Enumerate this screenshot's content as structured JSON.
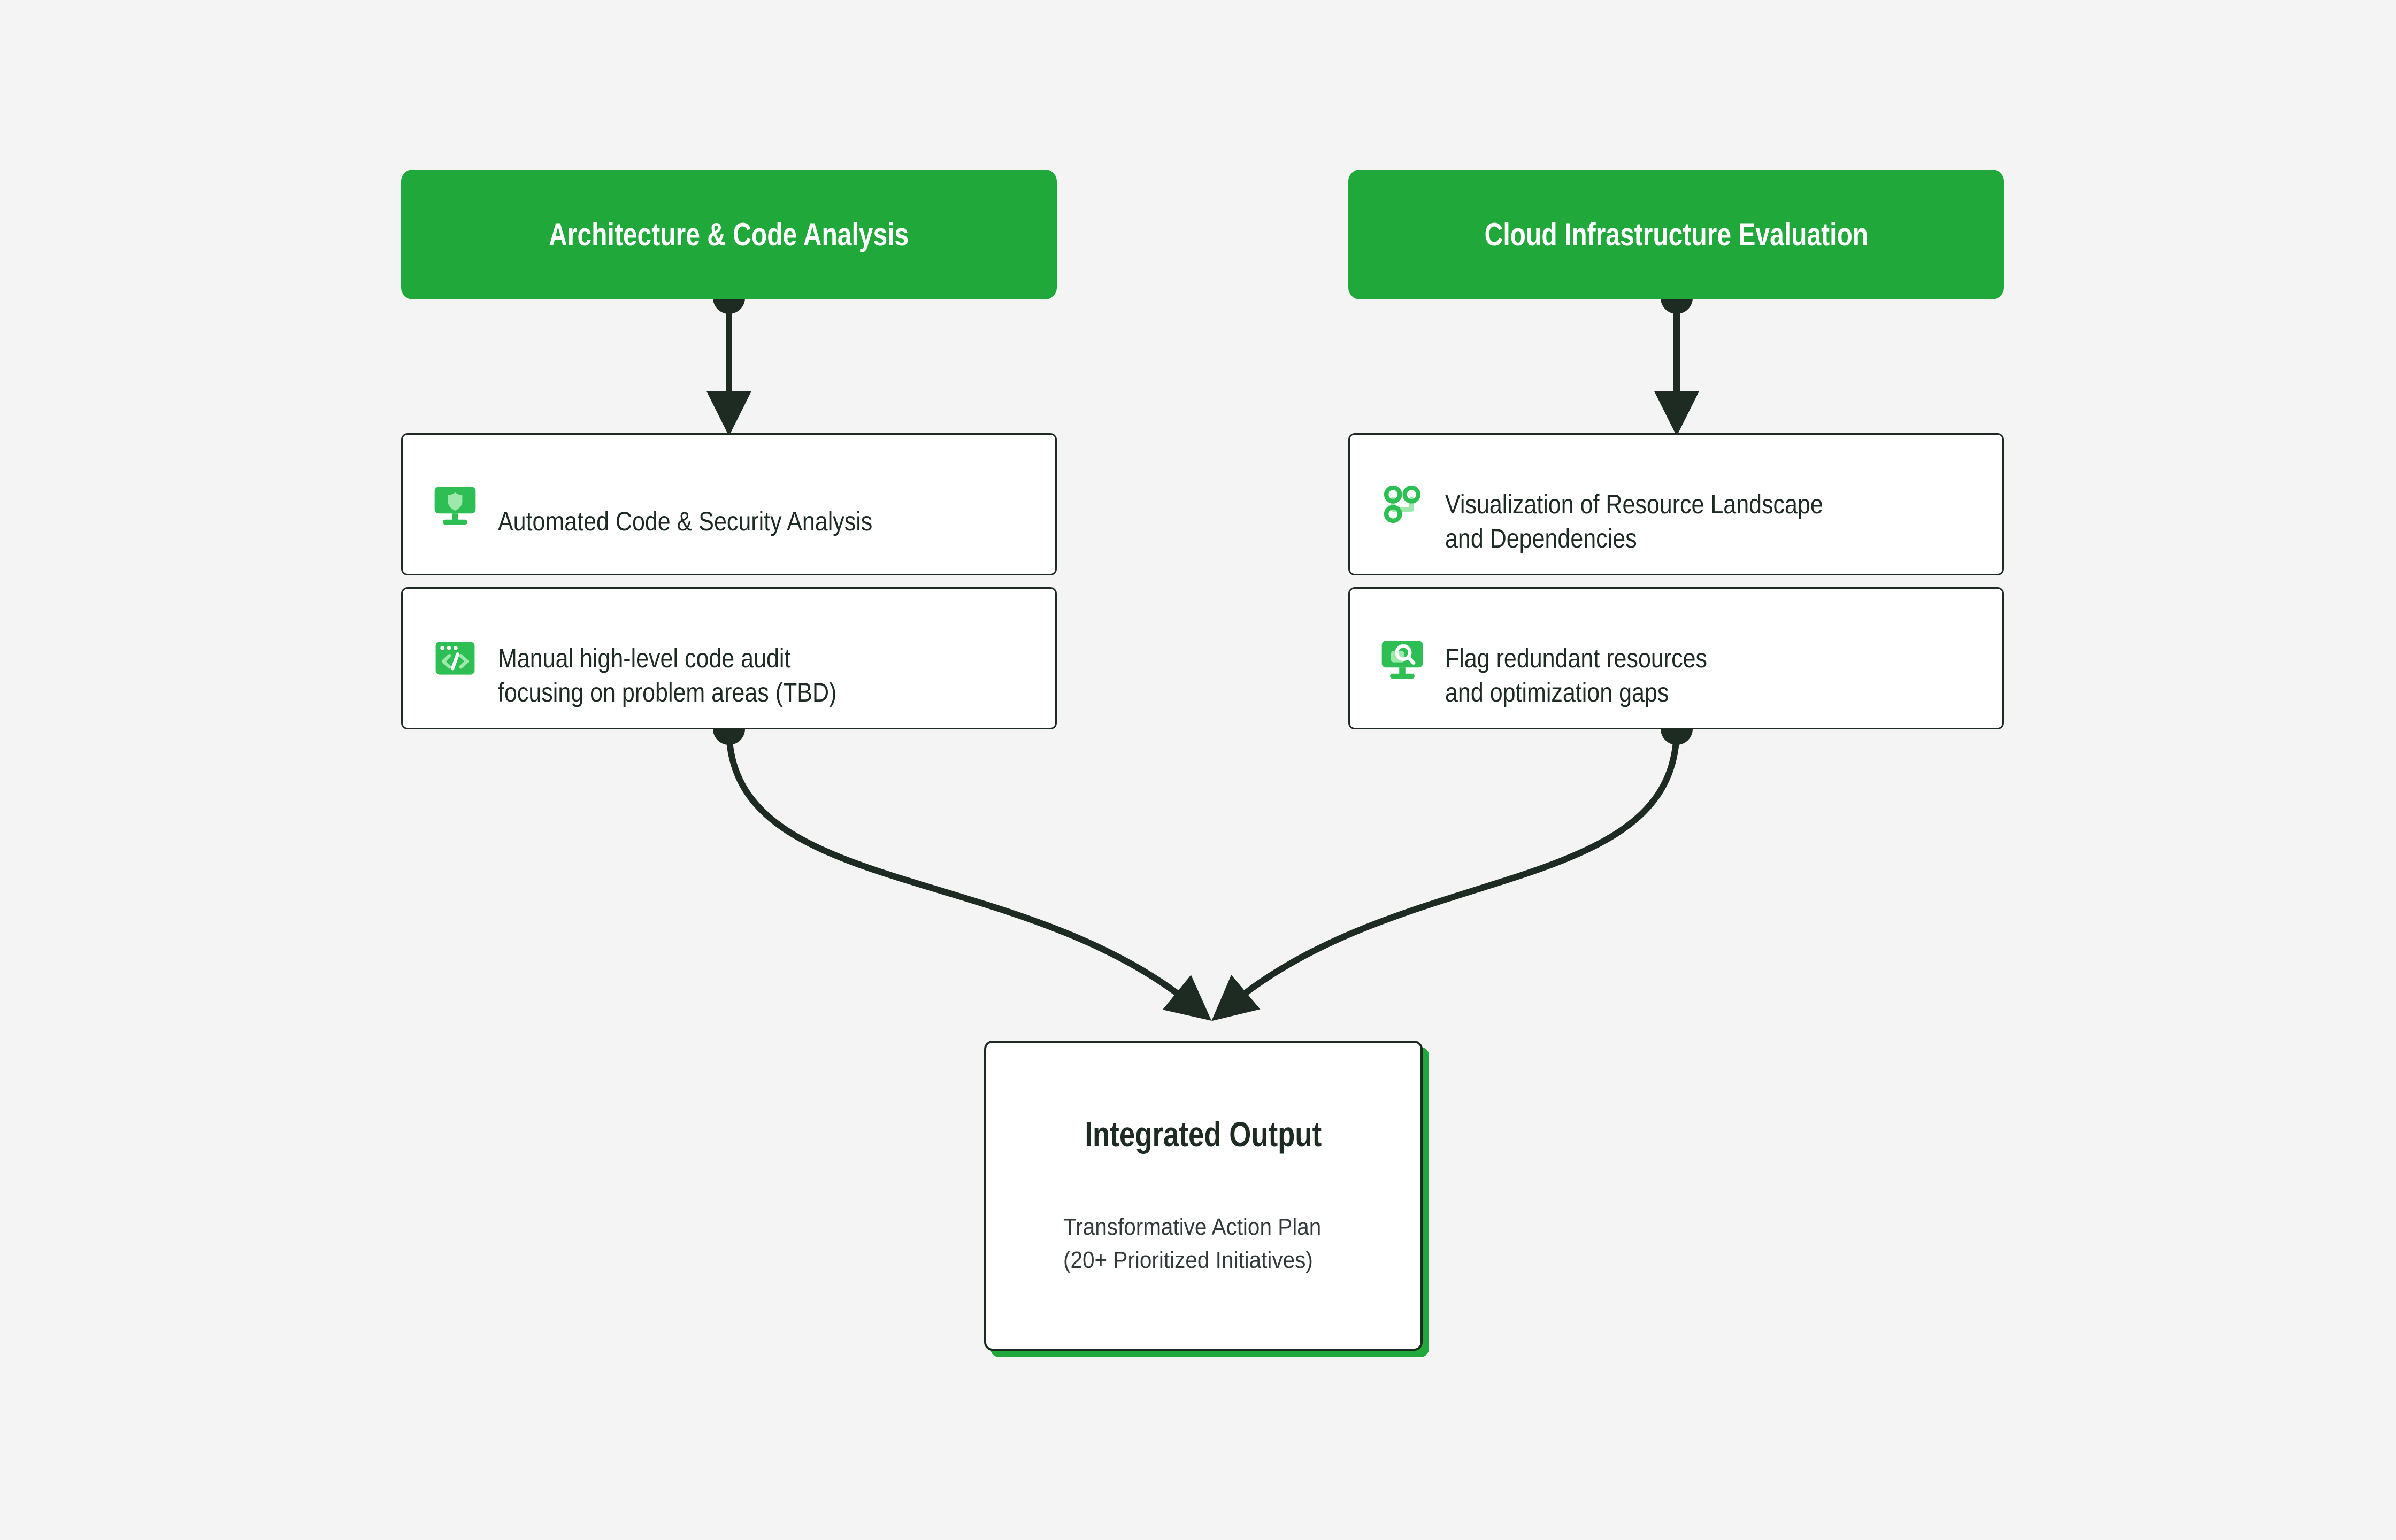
{
  "canvas": {
    "background_color": "#f4f4f4",
    "accent_green": "#20a93a",
    "icon_green": "#2dbe54",
    "icon_green_light": "#9fe8ac",
    "ink": "#1e2b23"
  },
  "columns": [
    {
      "header": {
        "label": "Architecture & Code Analysis",
        "background_color": "#20a93a",
        "text_color": "#ffffff"
      },
      "cards": [
        {
          "icon": "monitor-shield-icon",
          "text": "Automated Code & Security Analysis"
        },
        {
          "icon": "code-window-icon",
          "text": "Manual high-level code audit\nfocusing on problem areas (TBD)"
        }
      ]
    },
    {
      "header": {
        "label": "Cloud Infrastructure Evaluation",
        "background_color": "#20a93a",
        "text_color": "#ffffff"
      },
      "cards": [
        {
          "icon": "dependency-graph-icon",
          "text": "Visualization of Resource Landscape\nand Dependencies"
        },
        {
          "icon": "monitor-search-icon",
          "text": "Flag redundant resources\nand optimization gaps"
        }
      ]
    }
  ],
  "output": {
    "title": "Integrated Output",
    "subtitle": "Transformative Action Plan\n(20+ Prioritized Initiatives)",
    "shadow_color": "#20a93a",
    "border_color": "#1e2b23"
  },
  "connectors": {
    "stroke_color": "#1e2b23",
    "items": [
      {
        "name": "arch-header-to-card1",
        "kind": "straight-arrow"
      },
      {
        "name": "cloud-header-to-card1",
        "kind": "straight-arrow"
      },
      {
        "name": "arch-card2-to-output",
        "kind": "curved-arrow"
      },
      {
        "name": "cloud-card2-to-output",
        "kind": "curved-arrow"
      }
    ]
  }
}
